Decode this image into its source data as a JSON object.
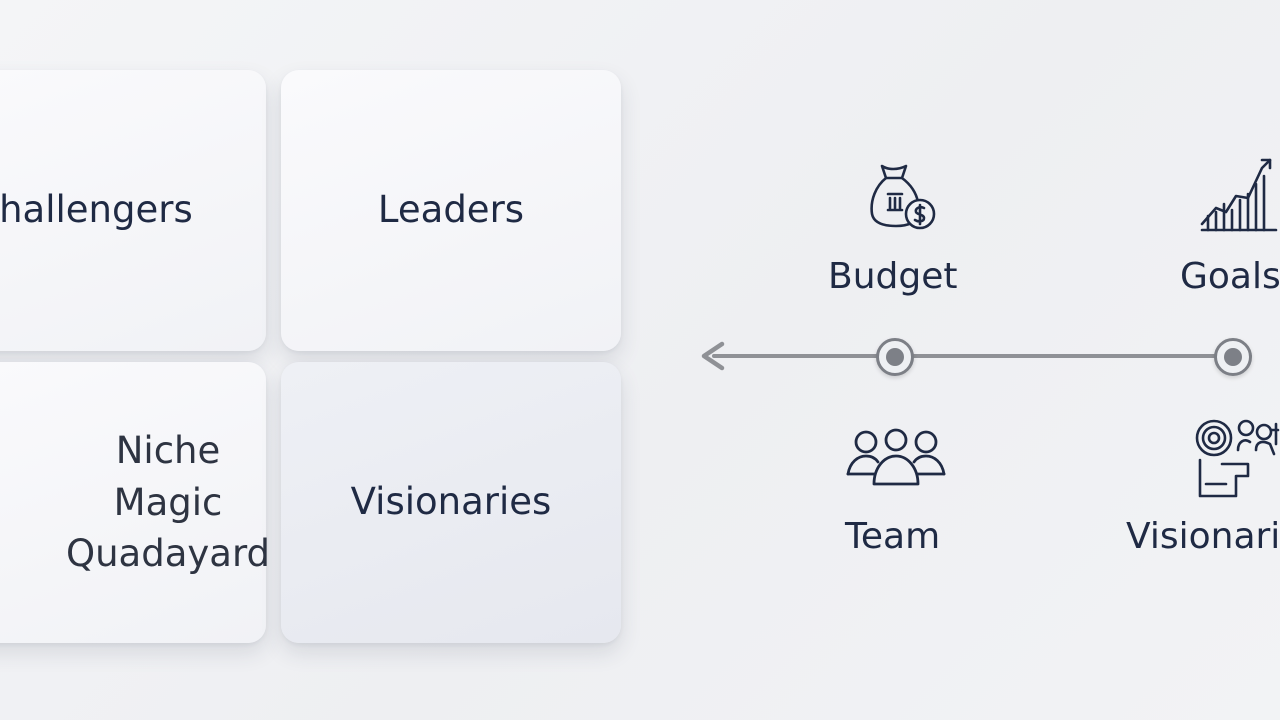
{
  "quadrants": {
    "challengers": "Challengers",
    "leaders": "Leaders",
    "niche_lines": [
      "Niche",
      "Magic",
      "Quadayard"
    ],
    "visionaries": "Visionaries"
  },
  "timeline": {
    "top_labels": [
      "Budget",
      "Goals"
    ],
    "bottom_labels": [
      "Team",
      "Visionaries"
    ],
    "icons": [
      "money-bag-icon",
      "growth-chart-icon",
      "team-icon",
      "target-icon"
    ]
  },
  "colors": {
    "text": "#1f2a44",
    "line": "#8f9196",
    "node": "#7d8087"
  }
}
